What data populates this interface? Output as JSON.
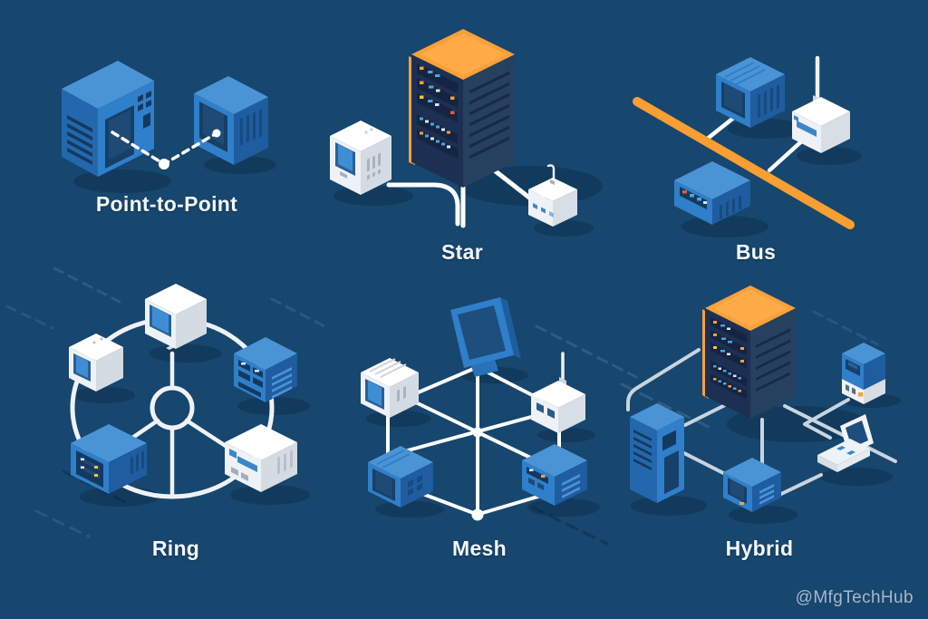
{
  "title": "Network Topologies Illustration",
  "panels": [
    {
      "id": "point-to-point",
      "label": "Point-to-Point",
      "devices": [
        "desktop-computer",
        "monitor"
      ],
      "link": {
        "style": "dashed",
        "color": "#ffffff"
      }
    },
    {
      "id": "star",
      "label": "Star",
      "devices": [
        "server-rack",
        "desktop-computer",
        "wireless-router"
      ],
      "link": {
        "style": "solid",
        "color": "#ffffff"
      }
    },
    {
      "id": "bus",
      "label": "Bus",
      "devices": [
        "monitor",
        "wireless-router",
        "switch-box"
      ],
      "link": {
        "style": "solid",
        "color": "#ffffff"
      },
      "backbone_color": "#f89e32"
    },
    {
      "id": "ring",
      "label": "Ring",
      "devices": [
        "crt-monitor",
        "small-monitor",
        "server-cube",
        "server-cube",
        "server-cube"
      ],
      "link": {
        "style": "circle-with-spokes",
        "color": "#eef2f6"
      }
    },
    {
      "id": "mesh",
      "label": "Mesh",
      "devices": [
        "flat-monitor",
        "desktop-computer",
        "wireless-router",
        "tv-box",
        "server-cube"
      ],
      "link": {
        "style": "full-mesh",
        "color": "#ffffff"
      }
    },
    {
      "id": "hybrid",
      "label": "Hybrid",
      "devices": [
        "server-rack",
        "tower-pc",
        "mini-desktop",
        "laptop",
        "desktop-computer"
      ],
      "link": {
        "style": "lattice",
        "color": "#c9d4df"
      }
    }
  ],
  "watermark": "@MfgTechHub",
  "colors": {
    "background": "#17466e",
    "device_blue_top": "#4a94d6",
    "device_blue_front": "#2f7fca",
    "device_blue_side": "#1f5ca0",
    "device_white": "#eef1f5",
    "server_navy": "#1d3054",
    "accent_orange": "#f89e32",
    "screen_navy": "#173f66",
    "line_white": "#ffffff",
    "line_grey": "#c9d4df",
    "label_text": "#f4f7fa",
    "watermark_text": "#a9b7c9"
  }
}
